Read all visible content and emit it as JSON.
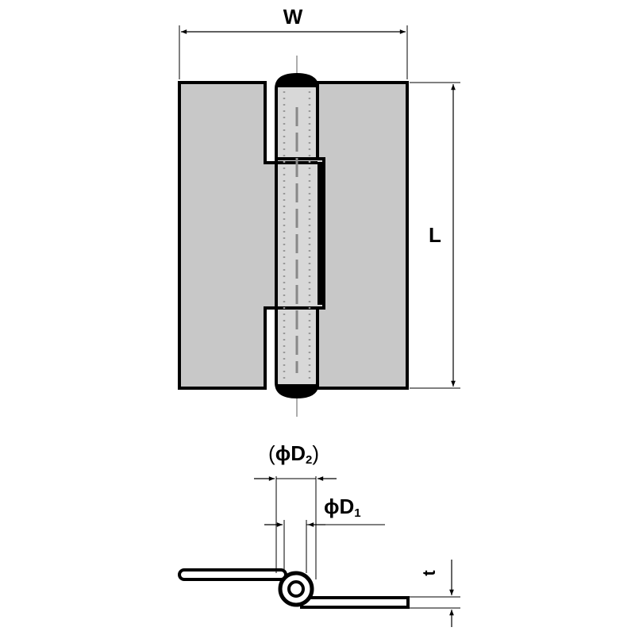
{
  "labels": {
    "width": "W",
    "length": "L",
    "d2_open": "(",
    "d2_phi": "ϕ",
    "d2_D": "D",
    "d2_sub": "2",
    "d2_close": ")",
    "d1_phi": "ϕ",
    "d1_D": "D",
    "d1_sub": "1",
    "thickness": "t"
  },
  "colors": {
    "leaf_fill": "#c8c8c8",
    "knuckle_fill": "#d8d8d8",
    "line": "#000000"
  }
}
